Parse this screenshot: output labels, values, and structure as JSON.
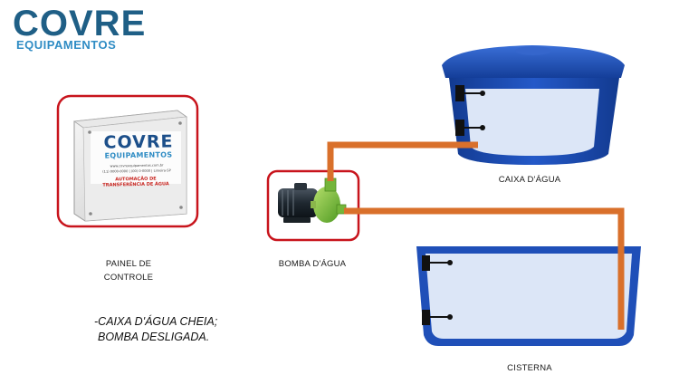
{
  "logo": {
    "title": "COVRE",
    "subtitle": "EQUIPAMENTOS"
  },
  "control_box": {
    "brand": "COVRE",
    "brand_sub": "EQUIPAMENTOS",
    "info_line_1": "www.covreequipamentos.com.br",
    "info_line_2": "(11) 0000-0000 | (00) 0-0000 | Limeira-SP",
    "function_line_1": "AUTOMAÇÃO DE",
    "function_line_2": "TRANSFERÊNCIA DE ÁGUA"
  },
  "labels": {
    "panel_line_1": "PAINEL DE",
    "panel_line_2": "CONTROLE",
    "pump": "BOMBA D'ÁGUA",
    "tank": "CAIXA D'ÁGUA",
    "cistern": "CISTERNA"
  },
  "status": {
    "line_1": "-CAIXA D'ÁGUA CHEIA;",
    "line_2": "BOMBA DESLIGADA."
  },
  "colors": {
    "highlight": "#c8141c",
    "pipe": "#d9702b",
    "tank_blue": "#1b4fb3",
    "water": "#dce6f7"
  }
}
